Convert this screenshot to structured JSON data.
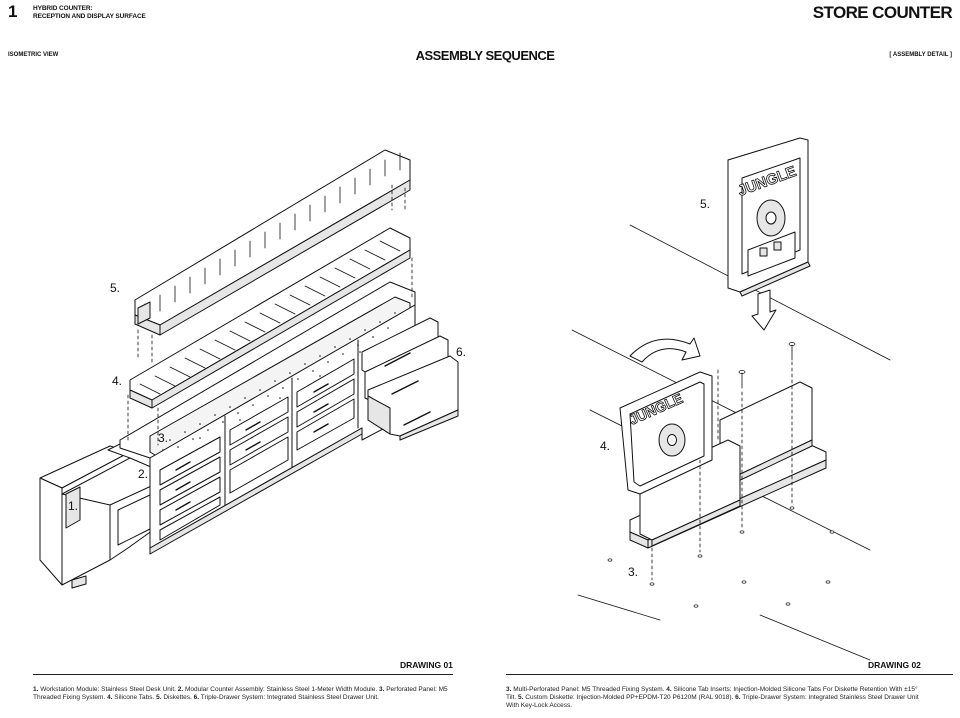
{
  "header": {
    "sheet_number": "1",
    "subtitle_lines": [
      "HYBRID COUNTER:",
      "RECEPTION AND DISPLAY SURFACE"
    ],
    "store_title": "STORE COUNTER",
    "left_label": "ISOMETRIC VIEW",
    "main_title": "ASSEMBLY SEQUENCE",
    "right_label": "[ ASSEMBLY DETAIL ]"
  },
  "drawing_left": {
    "label": "DRAWING 01",
    "callouts": {
      "c1": "1.",
      "c2": "2.",
      "c3": "3.",
      "c4": "4.",
      "c5": "5.",
      "c6": "6."
    },
    "caption": [
      {
        "num": "1.",
        "text": " Workstation Module: Stainless Steel Desk Unit. "
      },
      {
        "num": "2.",
        "text": " Modular Counter Assembly: Stainless Steel 1-Meter Width Module. "
      },
      {
        "num": "3.",
        "text": " Perforated Panel: M5 Threaded Fixing System. "
      },
      {
        "num": "4.",
        "text": " Silicone Tabs. "
      },
      {
        "num": "5.",
        "text": " Diskettes. "
      },
      {
        "num": "6.",
        "text": " Triple-Drawer System: Integrated Stainless Steel Drawer Unit."
      }
    ]
  },
  "drawing_right": {
    "label": "DRAWING 02",
    "callouts": {
      "c3": "3.",
      "c4": "4.",
      "c5": "5."
    },
    "diskette_brand": "JUNGLE",
    "caption": [
      {
        "num": "3.",
        "text": " Multi-Perforated Panel: M5 Threaded Fixing System. "
      },
      {
        "num": "4.",
        "text": " Silicone Tab Inserts: Injection-Molded Silicone Tabs For Diskette Retention With ±15° Tilt. "
      },
      {
        "num": "5.",
        "text": " Custom Diskette: Injection-Molded PP+EPDM-T20 P6120M (RAL 9018). "
      },
      {
        "num": "6.",
        "text": " Triple-Drawer System: Integrated Stainless Steel Drawer Unit With Key-Lock Access."
      }
    ]
  },
  "colors": {
    "ink": "#111111",
    "fill": "#ffffff",
    "shade": "#e6e6e6"
  }
}
